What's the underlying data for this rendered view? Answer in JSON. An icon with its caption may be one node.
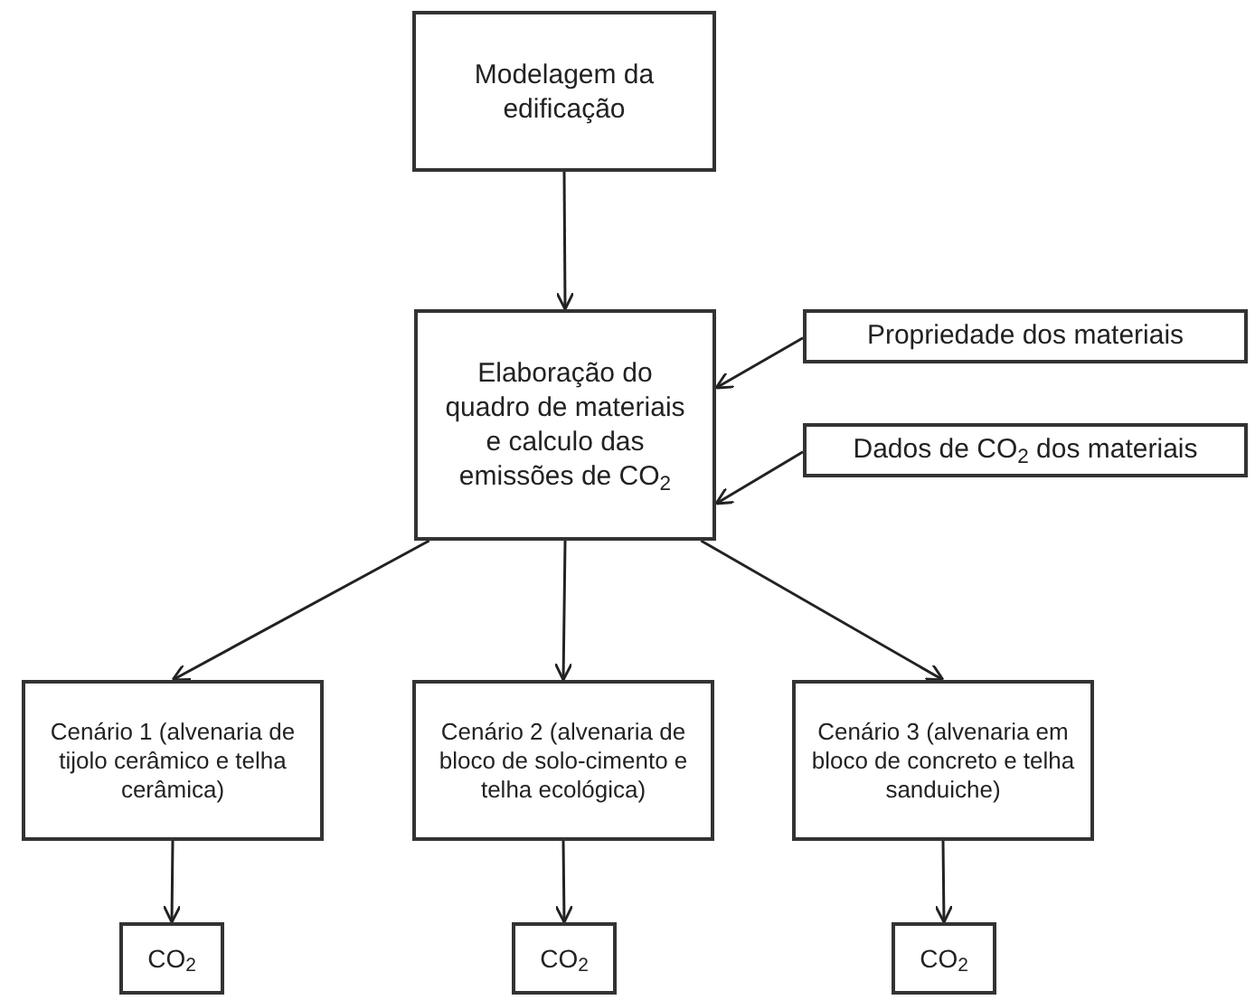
{
  "diagram": {
    "nodes": [
      {
        "text": [
          "Modelagem da edificação"
        ]
      },
      {
        "text": [
          "Elaboração do quadro de materiais e calculo das emissões de CO$_{2}$"
        ]
      },
      {
        "text": [
          "Propriedade dos materiais"
        ]
      },
      {
        "text": [
          "Dados de CO$_{2}$ dos materiais"
        ]
      },
      {
        "text": [
          "Cenário 1 (alvenaria de tijolo cerâmico e telha cerâmica)"
        ]
      },
      {
        "text": [
          "Cenário 2 (alvenaria de bloco de solo-cimento e telha ecológica)"
        ]
      },
      {
        "text": [
          "Cenário 3 (alvenaria em bloco de concreto e telha sanduiche)"
        ]
      },
      {
        "text": [
          "CO$_{2}$"
        ]
      },
      {
        "text": [
          "CO$_{2}$"
        ]
      },
      {
        "text": [
          "CO$_{2}$"
        ]
      }
    ],
    "edges": [
      {
        "from": 0,
        "to": 1,
        "arrow": "to"
      },
      {
        "from": 2,
        "to": 1,
        "arrow": "to"
      },
      {
        "from": 3,
        "to": 1,
        "arrow": "to"
      },
      {
        "from": 1,
        "to": 4,
        "arrow": "to"
      },
      {
        "from": 1,
        "to": 5,
        "arrow": "to"
      },
      {
        "from": 1,
        "to": 6,
        "arrow": "to"
      },
      {
        "from": 4,
        "to": 7,
        "arrow": "to"
      },
      {
        "from": 5,
        "to": 8,
        "arrow": "to"
      },
      {
        "from": 6,
        "to": 9,
        "arrow": "to"
      }
    ]
  }
}
